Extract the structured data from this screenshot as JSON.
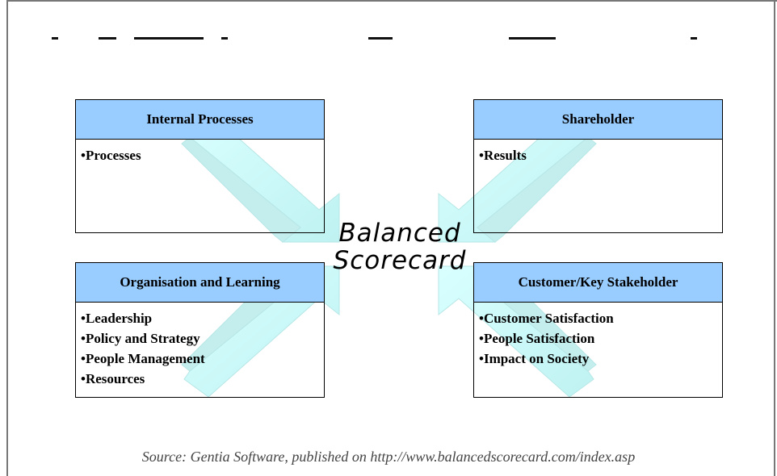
{
  "diagram": {
    "center_title_line1": "Balanced",
    "center_title_line2": "Scorecard",
    "boxes": [
      {
        "header": "Internal Processes",
        "items": [
          "•Processes"
        ]
      },
      {
        "header": "Shareholder",
        "items": [
          "•Results"
        ]
      },
      {
        "header": "Organisation and Learning",
        "items": [
          "•Leadership",
          "•Policy and Strategy",
          "•People Management",
          "•Resources"
        ]
      },
      {
        "header": "Customer/Key Stakeholder",
        "items": [
          "•Customer Satisfaction",
          "•People Satisfaction",
          "•Impact on Society"
        ]
      }
    ],
    "source": "Source: Gentia Software, published on http://www.balancedscorecard.com/index.asp"
  },
  "colors": {
    "header_fill": "#99ccff",
    "arrow_fill": "#ccffff",
    "arrow_stroke": "#b7e6e6"
  }
}
